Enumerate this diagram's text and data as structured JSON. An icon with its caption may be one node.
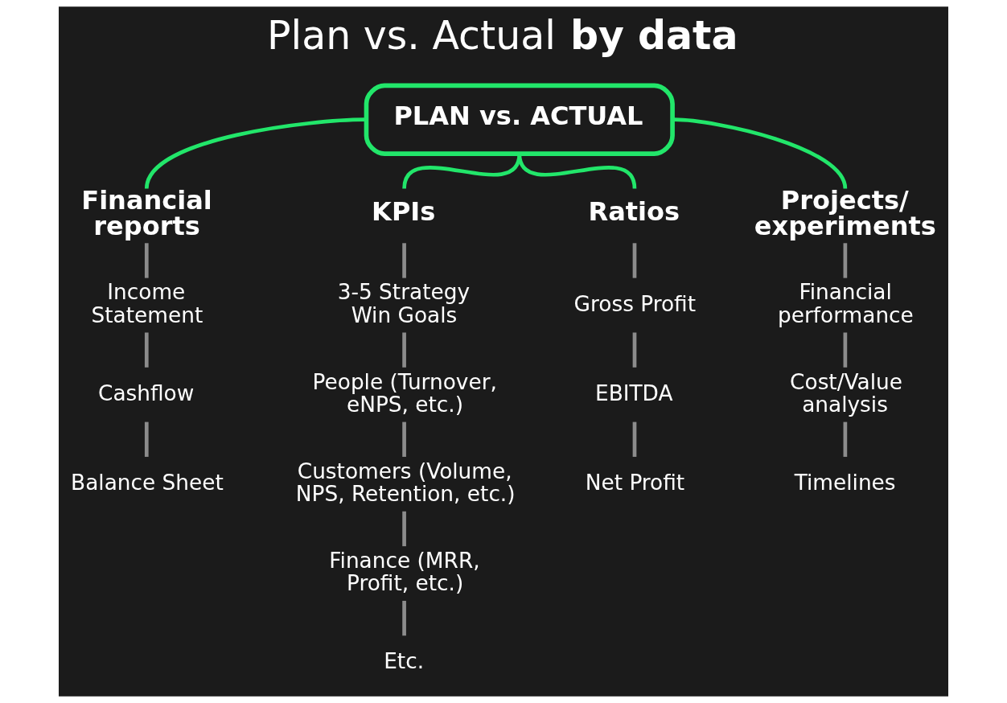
{
  "diagram": {
    "title": "Plan vs. Actual **by data**",
    "nodes": [
      {
        "text": [
          "PLAN vs. ACTUAL"
        ]
      },
      {
        "text": [
          "Financial reports"
        ]
      },
      {
        "text": [
          "KPIs"
        ]
      },
      {
        "text": [
          "Ratios"
        ]
      },
      {
        "text": [
          "Projects/ experiments"
        ]
      },
      {
        "text": [
          "Income Statement"
        ]
      },
      {
        "text": [
          "Cashflow"
        ]
      },
      {
        "text": [
          "Balance Sheet"
        ]
      },
      {
        "text": [
          "3-5 Strategy Win Goals"
        ]
      },
      {
        "text": [
          "People (Turnover, eNPS, etc.)"
        ]
      },
      {
        "text": [
          "Customers (Volume, NPS, Retention, etc.)"
        ]
      },
      {
        "text": [
          "Finance (MRR, Profit, etc.)"
        ]
      },
      {
        "text": [
          "Etc."
        ]
      },
      {
        "text": [
          "Gross Profit"
        ]
      },
      {
        "text": [
          "EBITDA"
        ]
      },
      {
        "text": [
          "Net Profit"
        ]
      },
      {
        "text": [
          "Financial performance"
        ]
      },
      {
        "text": [
          "Cost/Value analysis"
        ]
      },
      {
        "text": [
          "Timelines"
        ]
      }
    ],
    "edges": [
      {
        "from": 0,
        "to": 1,
        "arrow": "none",
        "color": "#22e66a"
      },
      {
        "from": 0,
        "to": 2,
        "arrow": "none",
        "color": "#22e66a"
      },
      {
        "from": 0,
        "to": 3,
        "arrow": "none",
        "color": "#22e66a"
      },
      {
        "from": 0,
        "to": 4,
        "arrow": "none",
        "color": "#22e66a"
      },
      {
        "from": 1,
        "to": 5,
        "arrow": "none"
      },
      {
        "from": 5,
        "to": 6,
        "arrow": "none"
      },
      {
        "from": 6,
        "to": 7,
        "arrow": "none"
      },
      {
        "from": 2,
        "to": 8,
        "arrow": "none"
      },
      {
        "from": 8,
        "to": 9,
        "arrow": "none"
      },
      {
        "from": 9,
        "to": 10,
        "arrow": "none"
      },
      {
        "from": 10,
        "to": 11,
        "arrow": "none"
      },
      {
        "from": 11,
        "to": 12,
        "arrow": "none"
      },
      {
        "from": 3,
        "to": 13,
        "arrow": "none"
      },
      {
        "from": 13,
        "to": 14,
        "arrow": "none"
      },
      {
        "from": 14,
        "to": 15,
        "arrow": "none"
      },
      {
        "from": 4,
        "to": 16,
        "arrow": "none"
      },
      {
        "from": 16,
        "to": 17,
        "arrow": "none"
      },
      {
        "from": 17,
        "to": 18,
        "arrow": "none"
      }
    ]
  }
}
